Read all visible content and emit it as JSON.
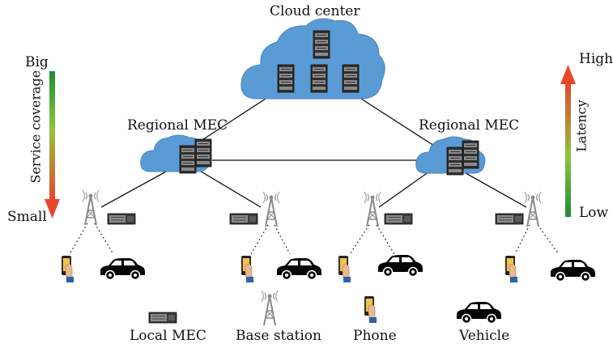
{
  "labels": {
    "cloud_center": "Cloud center",
    "regional_mec_left": "Regional MEC",
    "regional_mec_right": "Regional MEC",
    "coverage_top": "Big",
    "coverage_bottom": "Small",
    "coverage_axis": "Service coverage",
    "latency_top": "High",
    "latency_bottom": "Low",
    "latency_axis": "Latency"
  },
  "legend": {
    "local_mec": "Local MEC",
    "base_station": "Base station",
    "phone": "Phone",
    "vehicle": "Vehicle"
  },
  "colors": {
    "cloud": "#5b9bd5",
    "server": "#3a3a3a",
    "coverage_gradient": [
      "#1e8c3a",
      "#8fc43c",
      "#e8462b"
    ],
    "latency_gradient": [
      "#1e8c3a",
      "#8fc43c",
      "#e8462b"
    ]
  }
}
